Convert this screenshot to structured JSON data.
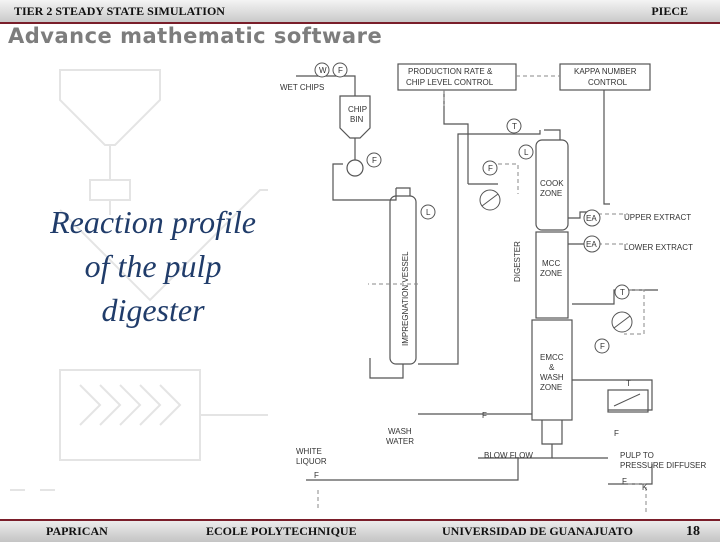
{
  "header": {
    "left": "TIER 2   STEADY STATE SIMULATION",
    "right": "PIECE"
  },
  "subtitle": "Advance mathematic software",
  "heading": [
    "Reaction profile",
    "of the pulp",
    "digester"
  ],
  "diagram": {
    "wet_chips": "WET CHIPS",
    "chip_bin": [
      "CHIP",
      "BIN"
    ],
    "production_control": [
      "PRODUCTION RATE &",
      "CHIP LEVEL CONTROL"
    ],
    "kappa_control": [
      "KAPPA NUMBER",
      "CONTROL"
    ],
    "cook_zone": [
      "COOK",
      "ZONE"
    ],
    "mcc_zone": [
      "MCC",
      "ZONE"
    ],
    "emcc_zone": [
      "EMCC",
      "&",
      "WASH",
      "ZONE"
    ],
    "digester": "DIGESTER",
    "impregnation_vessel": "IMPREGNATION VESSEL",
    "upper_extract": "UPPER EXTRACT",
    "lower_extract": "LOWER EXTRACT",
    "wash_water": [
      "WASH",
      "WATER"
    ],
    "white_liquor": [
      "WHITE",
      "LIQUOR"
    ],
    "blow_flow": "BLOW FLOW",
    "pulp_to_diffuser": [
      "PULP TO",
      "PRESSURE DIFFUSER"
    ],
    "tags": {
      "w": "W",
      "f": "F",
      "t": "T",
      "l": "L",
      "ea": "EA",
      "k": "K"
    }
  },
  "footer": {
    "f1": "PAPRICAN",
    "f2": "ECOLE POLYTECHNIQUE",
    "f3": "UNIVERSIDAD DE GUANAJUATO",
    "page": "18"
  },
  "colors": {
    "accent": "#7a1e2a",
    "heading": "#203c6a",
    "subtitle": "#7d7d7d"
  }
}
